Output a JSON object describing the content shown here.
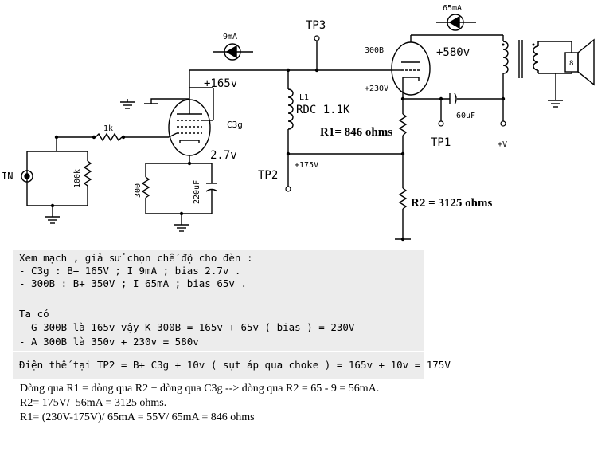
{
  "schematic": {
    "labels": {
      "tp3": "TP3",
      "tp2": "TP2",
      "tp1": "TP1",
      "in": "IN",
      "tube_300b": "300B",
      "tube_c3g": "C3g",
      "current_9ma": "9mA",
      "current_65ma": "65mA",
      "v_580": "+580v",
      "v_165": "+165v",
      "v_230": "+230V",
      "v_175": "+175V",
      "v_bias": "2.7v",
      "v_plus": "+V",
      "r_1k": "1k",
      "r_100k": "100k",
      "r_300": "300",
      "c_220uf": "220uF",
      "c_60uf": "60uF",
      "l1": "L1",
      "l1_rdc": "RDC 1.1K",
      "r1_value": "R1= 846 ohms",
      "r2_value": "R2 = 3125 ohms",
      "speaker": "8"
    }
  },
  "notes": {
    "lines": [
      "Xem mạch , giả sử chọn chế độ cho đèn :",
      "- C3g : B+ 165V ; I 9mA ; bias 2.7v .",
      "- 300B : B+ 350V ; I 65mA ; bias 65v .",
      "Ta có",
      "- G 300B là 165v vậy K 300B = 165v + 65v ( bias ) = 230V",
      "- A 300B là 350v + 230v = 580v",
      "Điện thế tại TP2 = B+ C3g + 10v ( sụt áp qua choke ) = 165v + 10v = 175V"
    ]
  },
  "calc": {
    "lines": [
      "Dòng qua R1 = dòng qua R2 + dòng qua C3g --> dòng qua R2 = 65 - 9 = 56mA.",
      "R2= 175V/  56mA = 3125 ohms.",
      "R1= (230V-175V)/ 65mA = 55V/ 65mA = 846 ohms"
    ]
  }
}
